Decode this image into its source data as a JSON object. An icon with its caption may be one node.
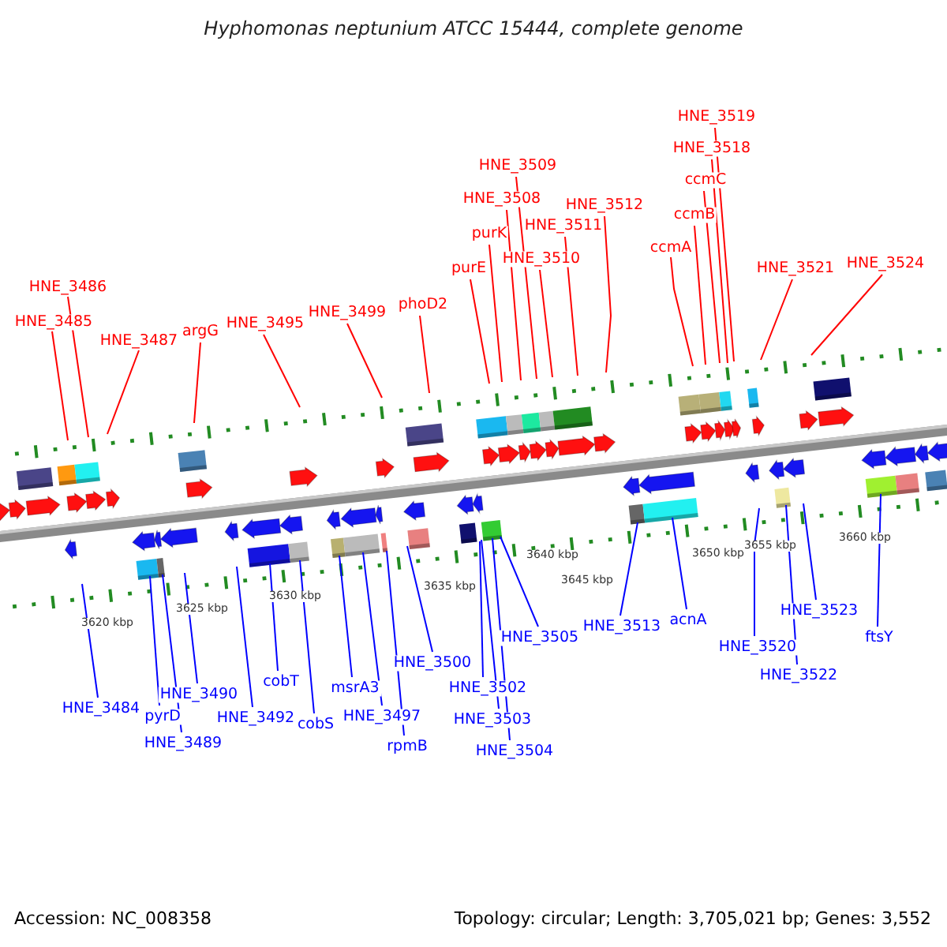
{
  "diagram": {
    "title": "Hyphomonas neptunium ATCC 15444, complete genome",
    "nodes": [
      {
        "text": [
          "HNE_3485"
        ]
      },
      {
        "text": [
          "HNE_3486"
        ]
      },
      {
        "text": [
          "HNE_3487"
        ]
      },
      {
        "text": [
          "argG"
        ]
      },
      {
        "text": [
          "HNE_3495"
        ]
      },
      {
        "text": [
          "HNE_3499"
        ]
      },
      {
        "text": [
          "phoD2"
        ]
      },
      {
        "text": [
          "purE"
        ]
      },
      {
        "text": [
          "purK"
        ]
      },
      {
        "text": [
          "HNE_3508"
        ]
      },
      {
        "text": [
          "HNE_3509"
        ]
      },
      {
        "text": [
          "HNE_3510"
        ]
      },
      {
        "text": [
          "HNE_3511"
        ]
      },
      {
        "text": [
          "HNE_3512"
        ]
      },
      {
        "text": [
          "ccmA"
        ]
      },
      {
        "text": [
          "ccmB"
        ]
      },
      {
        "text": [
          "ccmC"
        ]
      },
      {
        "text": [
          "HNE_3518"
        ]
      },
      {
        "text": [
          "HNE_3519"
        ]
      },
      {
        "text": [
          "HNE_3521"
        ]
      },
      {
        "text": [
          "HNE_3524"
        ]
      },
      {
        "text": [
          "HNE_3484"
        ]
      },
      {
        "text": [
          "pyrD"
        ]
      },
      {
        "text": [
          "HNE_3489"
        ]
      },
      {
        "text": [
          "HNE_3490"
        ]
      },
      {
        "text": [
          "HNE_3492"
        ]
      },
      {
        "text": [
          "cobT"
        ]
      },
      {
        "text": [
          "cobS"
        ]
      },
      {
        "text": [
          "msrA3"
        ]
      },
      {
        "text": [
          "HNE_3497"
        ]
      },
      {
        "text": [
          "rpmB"
        ]
      },
      {
        "text": [
          "HNE_3500"
        ]
      },
      {
        "text": [
          "HNE_3502"
        ]
      },
      {
        "text": [
          "HNE_3503"
        ]
      },
      {
        "text": [
          "HNE_3504"
        ]
      },
      {
        "text": [
          "HNE_3505"
        ]
      },
      {
        "text": [
          "HNE_3513"
        ]
      },
      {
        "text": [
          "acnA"
        ]
      },
      {
        "text": [
          "HNE_3520"
        ]
      },
      {
        "text": [
          "HNE_3522"
        ]
      },
      {
        "text": [
          "HNE_3523"
        ]
      },
      {
        "text": [
          "ftsY"
        ]
      }
    ],
    "edges": [
      {
        "from": 0,
        "to": null,
        "arrow": "none",
        "color": "#ff0000"
      },
      {
        "from": 1,
        "to": null,
        "arrow": "none",
        "color": "#ff0000"
      },
      {
        "from": 2,
        "to": null,
        "arrow": "none",
        "color": "#ff0000"
      },
      {
        "from": 3,
        "to": null,
        "arrow": "none",
        "color": "#ff0000"
      },
      {
        "from": 4,
        "to": null,
        "arrow": "none",
        "color": "#ff0000"
      },
      {
        "from": 5,
        "to": null,
        "arrow": "none",
        "color": "#ff0000"
      },
      {
        "from": 6,
        "to": null,
        "arrow": "none",
        "color": "#ff0000"
      },
      {
        "from": 7,
        "to": null,
        "arrow": "none",
        "color": "#ff0000"
      },
      {
        "from": 8,
        "to": null,
        "arrow": "none",
        "color": "#ff0000"
      },
      {
        "from": 9,
        "to": null,
        "arrow": "none",
        "color": "#ff0000"
      },
      {
        "from": 10,
        "to": null,
        "arrow": "none",
        "color": "#ff0000"
      },
      {
        "from": 11,
        "to": null,
        "arrow": "none",
        "color": "#ff0000"
      },
      {
        "from": 12,
        "to": null,
        "arrow": "none",
        "color": "#ff0000"
      },
      {
        "from": 13,
        "to": null,
        "arrow": "none",
        "color": "#ff0000"
      },
      {
        "from": 14,
        "to": null,
        "arrow": "none",
        "color": "#ff0000"
      },
      {
        "from": 15,
        "to": null,
        "arrow": "none",
        "color": "#ff0000"
      },
      {
        "from": 16,
        "to": null,
        "arrow": "none",
        "color": "#ff0000"
      },
      {
        "from": 17,
        "to": null,
        "arrow": "none",
        "color": "#ff0000"
      },
      {
        "from": 18,
        "to": null,
        "arrow": "none",
        "color": "#ff0000"
      },
      {
        "from": 19,
        "to": null,
        "arrow": "none",
        "color": "#ff0000"
      },
      {
        "from": 20,
        "to": null,
        "arrow": "none",
        "color": "#ff0000"
      },
      {
        "from": 21,
        "to": null,
        "arrow": "none",
        "color": "#0000ff"
      },
      {
        "from": 22,
        "to": null,
        "arrow": "none",
        "color": "#0000ff"
      },
      {
        "from": 23,
        "to": null,
        "arrow": "none",
        "color": "#0000ff"
      },
      {
        "from": 24,
        "to": null,
        "arrow": "none",
        "color": "#0000ff"
      },
      {
        "from": 25,
        "to": null,
        "arrow": "none",
        "color": "#0000ff"
      },
      {
        "from": 26,
        "to": null,
        "arrow": "none",
        "color": "#0000ff"
      },
      {
        "from": 27,
        "to": null,
        "arrow": "none",
        "color": "#0000ff"
      },
      {
        "from": 28,
        "to": null,
        "arrow": "none",
        "color": "#0000ff"
      },
      {
        "from": 29,
        "to": null,
        "arrow": "none",
        "color": "#0000ff"
      },
      {
        "from": 30,
        "to": null,
        "arrow": "none",
        "color": "#0000ff"
      },
      {
        "from": 31,
        "to": null,
        "arrow": "none",
        "color": "#0000ff"
      },
      {
        "from": 32,
        "to": null,
        "arrow": "none",
        "color": "#0000ff"
      },
      {
        "from": 33,
        "to": null,
        "arrow": "none",
        "color": "#0000ff"
      },
      {
        "from": 34,
        "to": null,
        "arrow": "none",
        "color": "#0000ff"
      },
      {
        "from": 35,
        "to": null,
        "arrow": "none",
        "color": "#0000ff"
      },
      {
        "from": 36,
        "to": null,
        "arrow": "none",
        "color": "#0000ff"
      },
      {
        "from": 37,
        "to": null,
        "arrow": "none",
        "color": "#0000ff"
      },
      {
        "from": 38,
        "to": null,
        "arrow": "none",
        "color": "#0000ff"
      },
      {
        "from": 39,
        "to": null,
        "arrow": "none",
        "color": "#0000ff"
      },
      {
        "from": 40,
        "to": null,
        "arrow": "none",
        "color": "#0000ff"
      },
      {
        "from": 41,
        "to": null,
        "arrow": "none",
        "color": "#0000ff"
      }
    ],
    "labels": [
      "3620 kbp",
      "3625 kbp",
      "3630 kbp",
      "3635 kbp",
      "3640 kbp",
      "3645 kbp",
      "3650 kbp",
      "3655 kbp",
      "3660 kbp",
      "Accession: NC_008358",
      "Topology: circular; Length: 3,705,021 bp; Genes: 3,552"
    ]
  }
}
